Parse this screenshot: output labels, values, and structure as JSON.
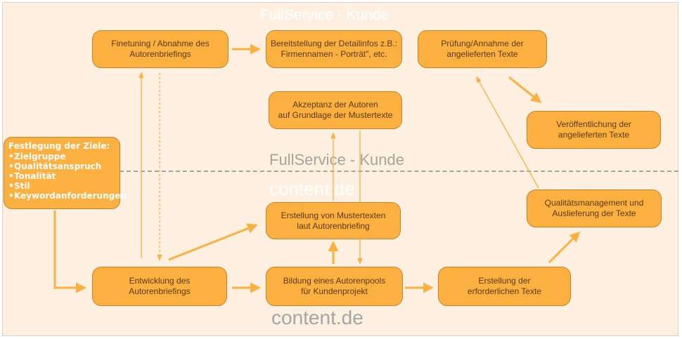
{
  "watermarks": {
    "top": "FullService - Kunde",
    "mid_customer": "FullService - Kunde",
    "mid_provider": "content.de",
    "bottom": "content.de"
  },
  "goals": {
    "title": "Festlegung der Ziele:",
    "items": [
      "Zielgruppe",
      "Qualitätsanspruch",
      "Tonalität",
      "Stil",
      "Keywordanforderungen"
    ]
  },
  "boxes": {
    "finetuning": "Finetuning / Abnahme des\nAutorenbriefings",
    "bereitstellung": "Bereitstellung der Detailinfos z.B.:\nFirmennamen - Porträt\", etc.",
    "pruefung": "Prüfung/Annahme der\nangelieferten Texte",
    "akzeptanz": "Akzeptanz der Autoren\nauf Grundlage der Mustertexte",
    "veroeffentlichung": "Veröffentlichung der\nangelieferten Texte",
    "erstellung_muster": "Erstellung von Mustertexten\nlaut Autorenbriefing",
    "qualitaet": "Qualitätsmanagement und\nAuslieferung der Texte",
    "entwicklung": "Entwicklung des\nAutorenbriefings",
    "bildung": "Bildung eines Autorenpools\nfür Kundenprojekt",
    "erstellung_texte": "Erstellung der\nerforderlichen Texte"
  },
  "colors": {
    "box_fill": "#fbb040",
    "arrow": "#fbb040",
    "background": "#fdf0e0"
  }
}
